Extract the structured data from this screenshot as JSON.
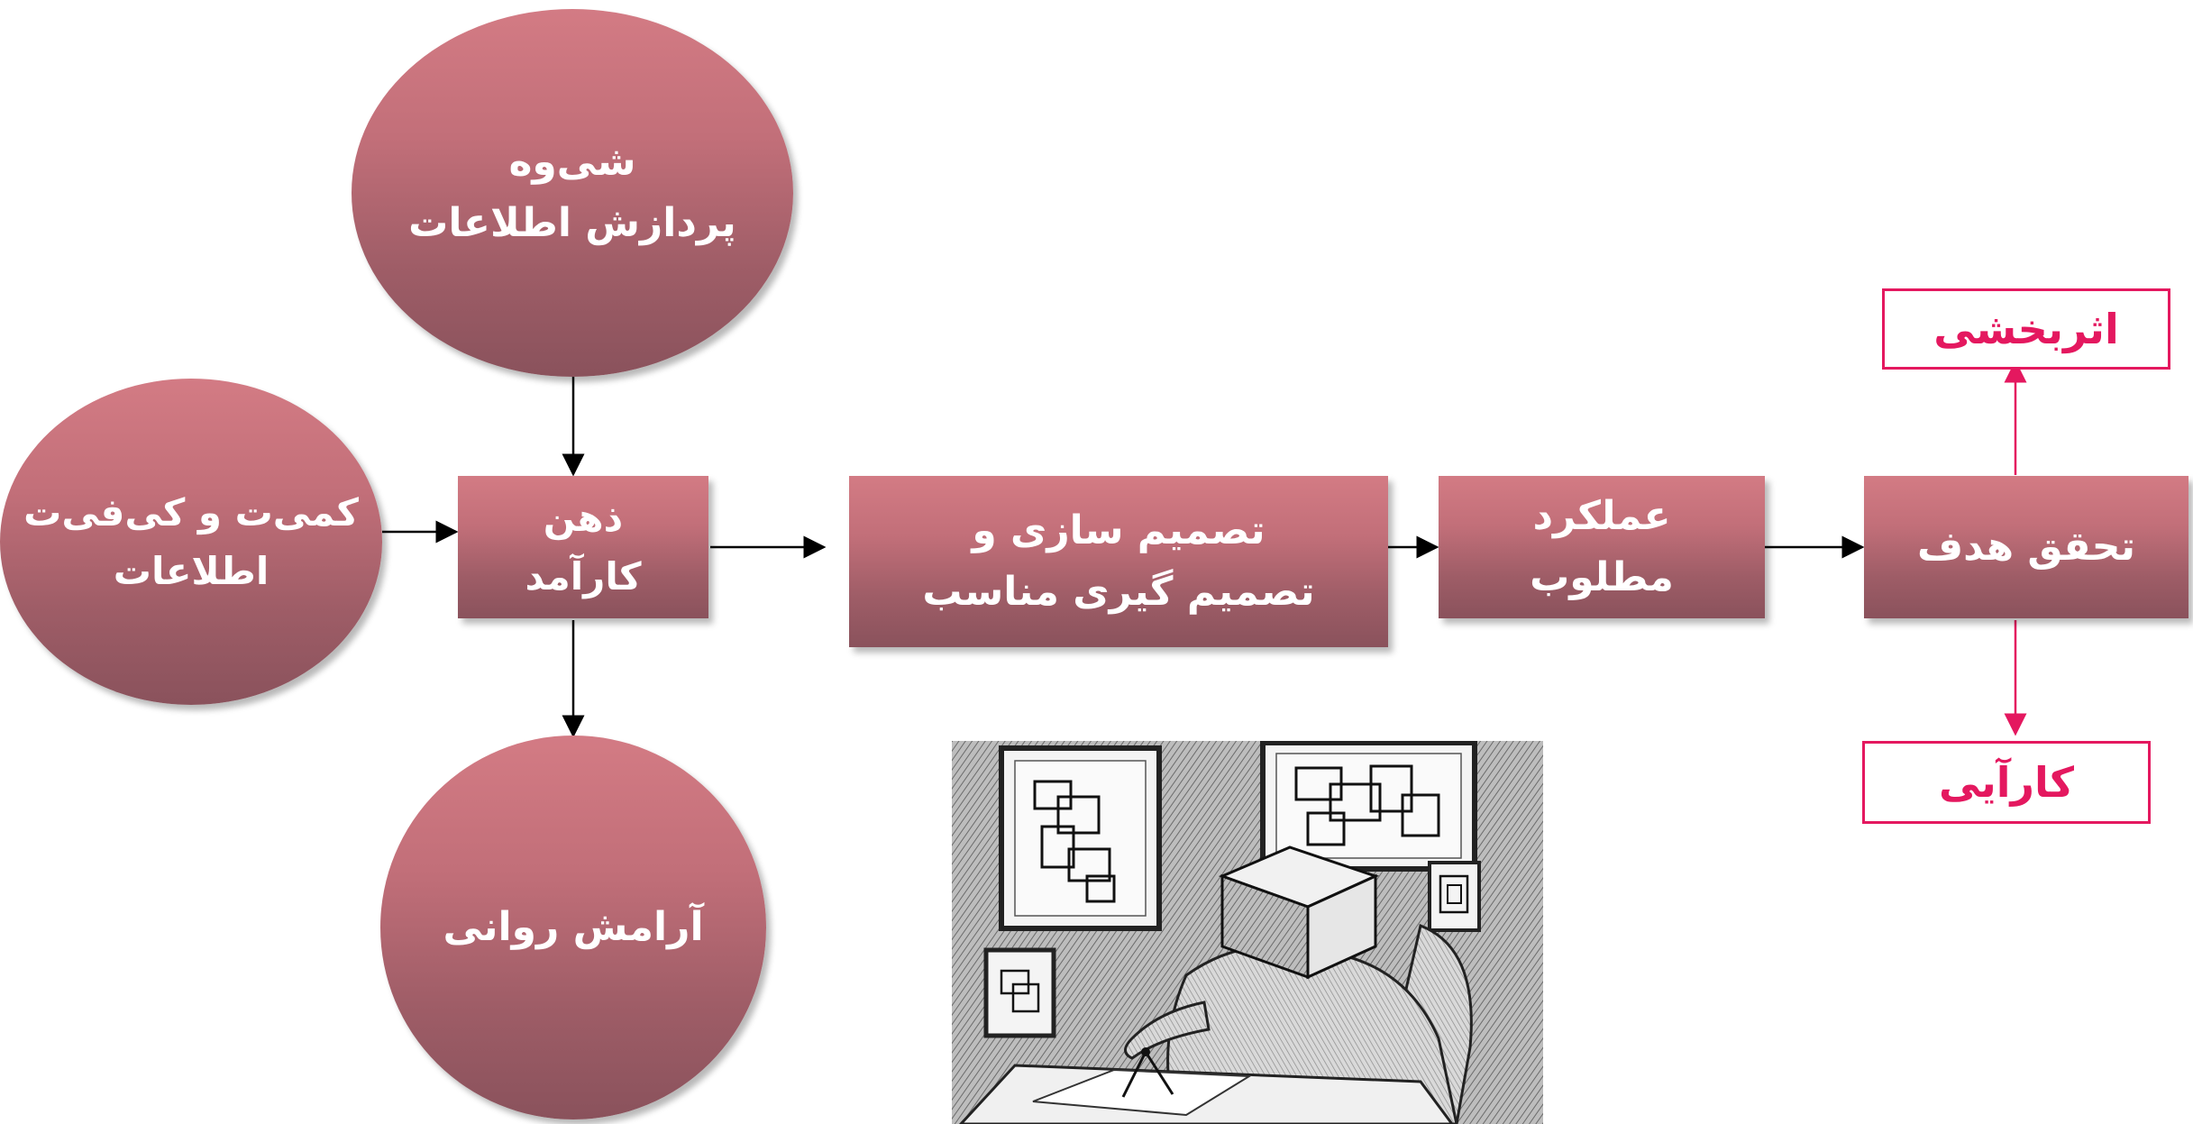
{
  "diagram": {
    "nodes": {
      "processing_style": "شی‌وه\nپردازش اطلاعات",
      "info_quantity_quality": "کمی‌ت و کی‌فی‌ت\nاطلاعات",
      "efficient_mind": "ذهن\nکارآمد",
      "peace_of_mind": "آرامش روانی",
      "decision_making": "تصمیم سازی و\nتصمیم گیری مناسب",
      "desired_performance": "عملکرد\nمطلوب",
      "goal_achievement": "تحقق هدف",
      "effectiveness": "اثربخشی",
      "efficiency": "کارآیی"
    },
    "edges": [
      [
        "processing_style",
        "efficient_mind"
      ],
      [
        "info_quantity_quality",
        "efficient_mind"
      ],
      [
        "efficient_mind",
        "peace_of_mind"
      ],
      [
        "efficient_mind",
        "decision_making"
      ],
      [
        "decision_making",
        "desired_performance"
      ],
      [
        "desired_performance",
        "goal_achievement"
      ],
      [
        "goal_achievement",
        "effectiveness"
      ],
      [
        "goal_achievement",
        "efficiency"
      ]
    ]
  },
  "colors": {
    "node_top": "#d37b84",
    "node_bottom": "#8a525c",
    "node_text": "#ffffff",
    "outcome_accent": "#e4185f",
    "arrow": "#000000"
  },
  "illustration": {
    "subject": "sketch of a figure with a cube-shaped head drawing squares with a compass, with framed square-pattern drawings on the wall"
  }
}
